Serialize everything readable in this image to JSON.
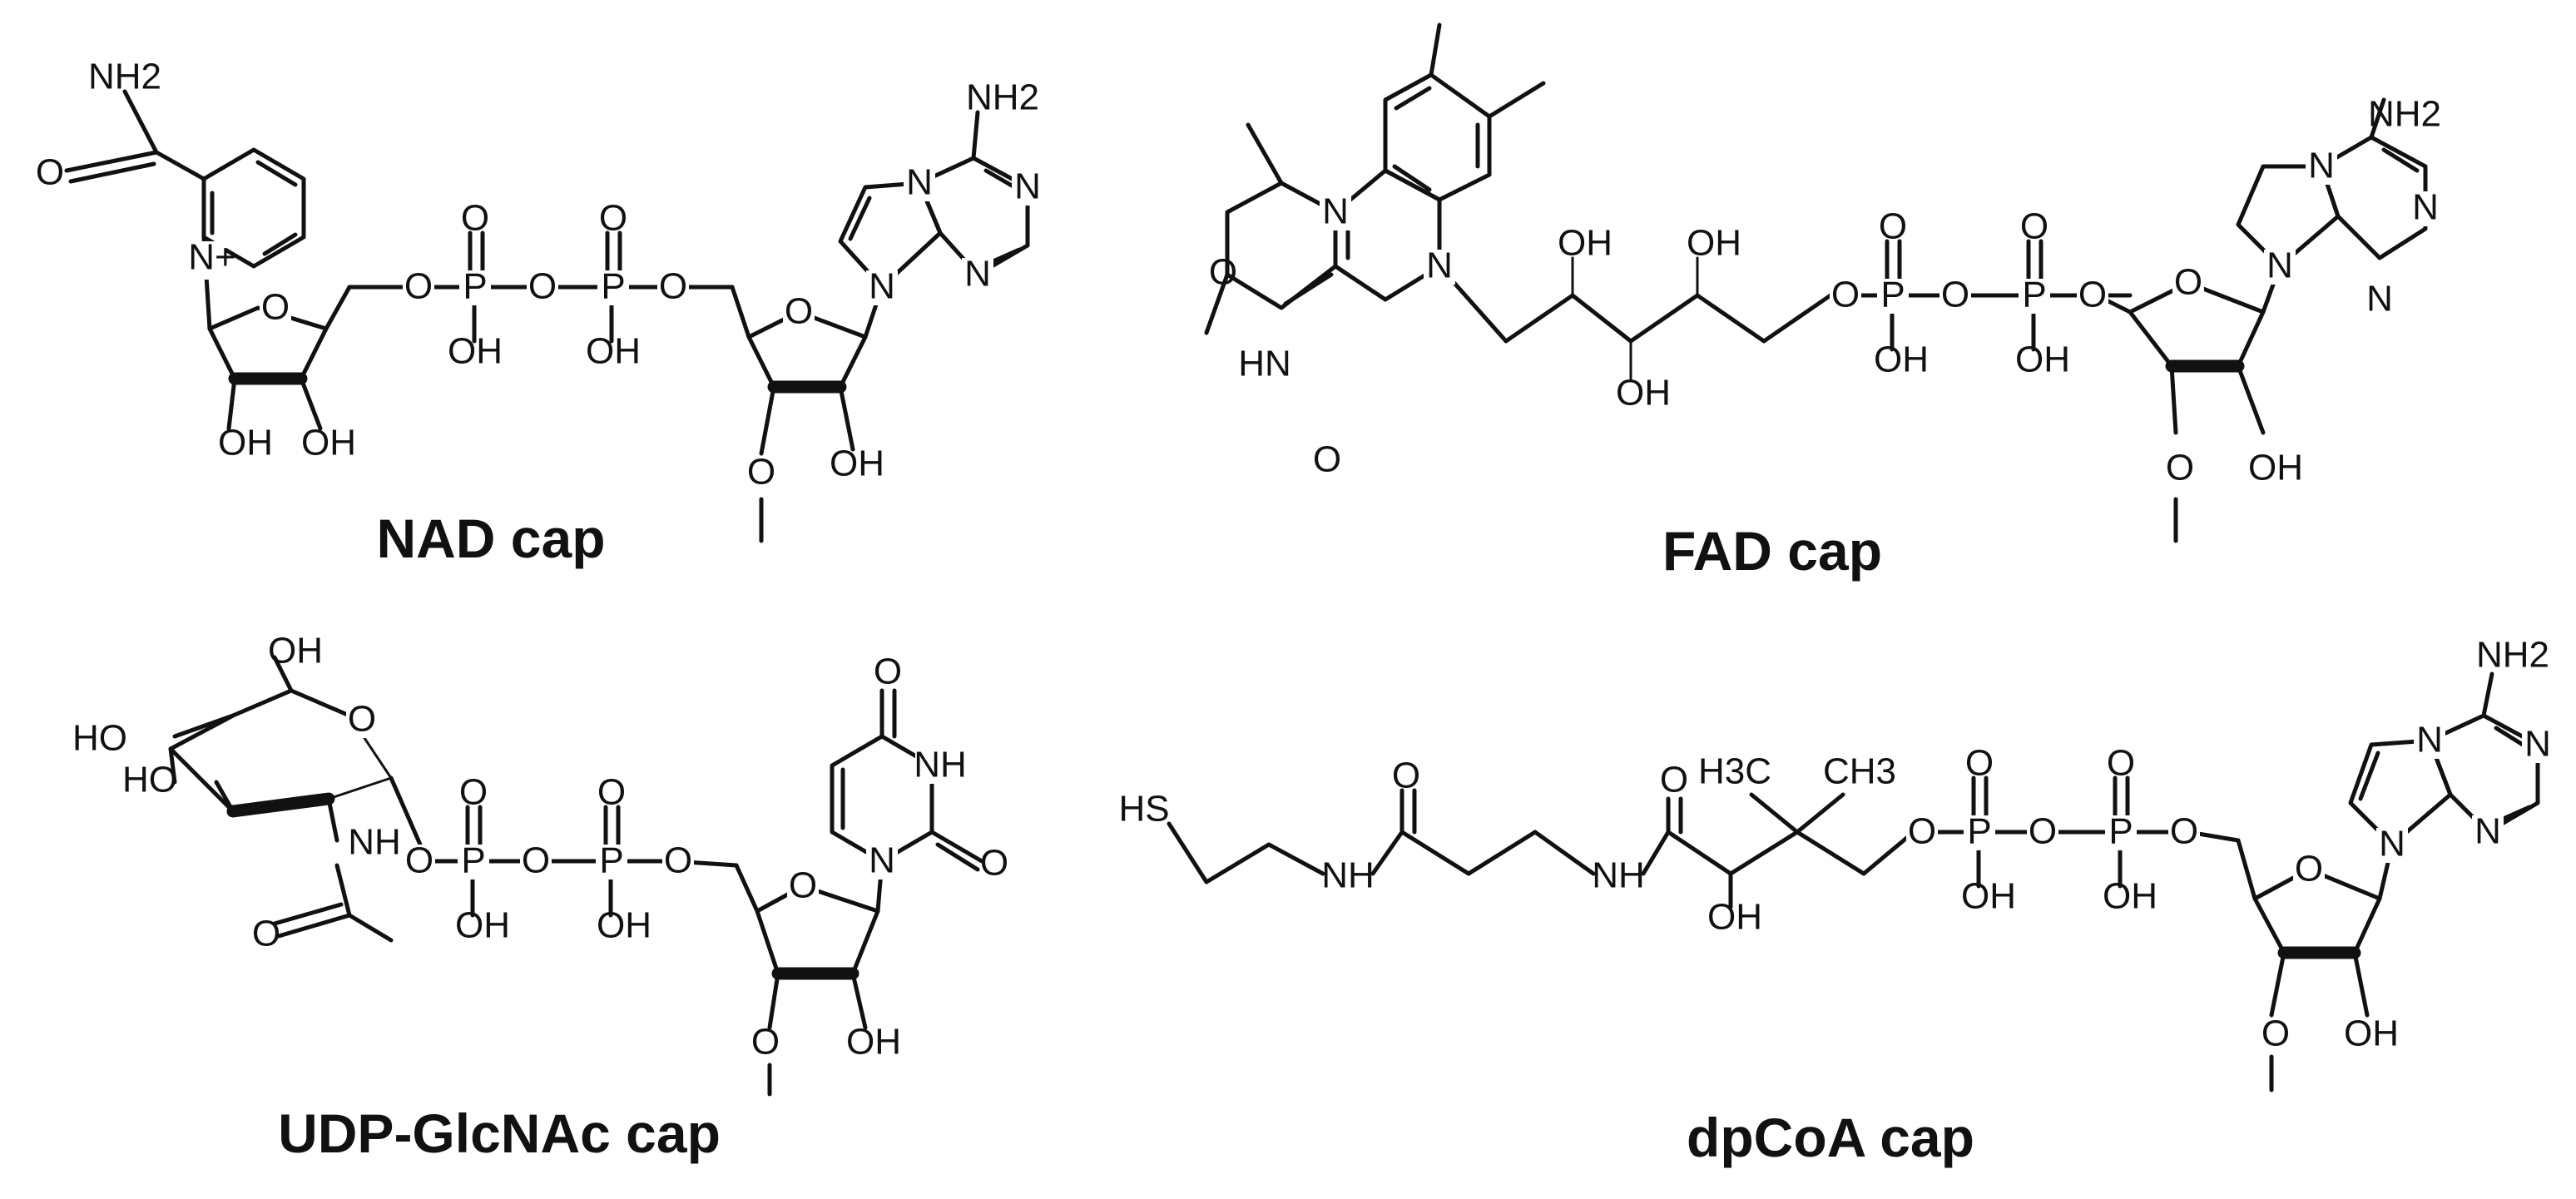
{
  "panels": {
    "nad": {
      "title": "NAD cap",
      "atoms": {
        "nh2_amide": "NH2",
        "o_amide": "O",
        "n_plus": "N+",
        "ring_o1": "O",
        "oh_a": "OH",
        "oh_b": "OH",
        "o_link1": "O",
        "p1": "P",
        "p1_o": "O",
        "p1_oh": "OH",
        "o_link2": "O",
        "p2": "P",
        "p2_o": "O",
        "p2_oh": "OH",
        "o_link3": "O",
        "ring_o2": "O",
        "n9": "N",
        "n7": "N",
        "n1": "N",
        "n3": "N",
        "nh2_ade": "NH2",
        "o_methoxy": "O",
        "oh_c": "OH"
      }
    },
    "fad": {
      "title": "FAD cap",
      "atoms": {
        "o_top": "O",
        "hn": "HN",
        "o_bot": "O",
        "n_a": "N",
        "n_b": "N",
        "oh1": "OH",
        "oh2": "OH",
        "oh3": "OH",
        "o_link1": "O",
        "p1": "P",
        "p1_o": "O",
        "p1_oh": "OH",
        "o_link2": "O",
        "p2": "P",
        "p2_o": "O",
        "p2_oh": "OH",
        "o_link3": "O",
        "ring_o": "O",
        "n9": "N",
        "n7": "N",
        "n1": "N",
        "n3": "N",
        "nh2_ade": "NH2",
        "o_methoxy": "O",
        "oh_c": "OH"
      }
    },
    "udp": {
      "title": "UDP-GlcNAc cap",
      "atoms": {
        "oh6": "OH",
        "ho4": "HO",
        "ho3": "HO",
        "ring_o_sugar": "O",
        "nh": "NH",
        "o_acetyl": "O",
        "o_link1": "O",
        "p1": "P",
        "p1_o": "O",
        "p1_oh": "OH",
        "o_link2": "O",
        "p2": "P",
        "p2_o": "O",
        "p2_oh": "OH",
        "o_link3": "O",
        "ring_o": "O",
        "n1": "N",
        "nh3": "NH",
        "o4": "O",
        "o2": "O",
        "o_methoxy": "O",
        "oh_c": "OH"
      }
    },
    "dpcoa": {
      "title": "dpCoA cap",
      "atoms": {
        "hs": "HS",
        "nh1": "NH",
        "o1": "O",
        "nh2": "NH",
        "o2": "O",
        "oh_pant": "OH",
        "h3c": "H3C",
        "ch3": "CH3",
        "o_link1": "O",
        "p1": "P",
        "p1_o": "O",
        "p1_oh": "OH",
        "o_link2": "O",
        "p2": "P",
        "p2_o": "O",
        "p2_oh": "OH",
        "o_link3": "O",
        "ring_o": "O",
        "n9": "N",
        "n7": "N",
        "n1": "N",
        "n3": "N",
        "nh2_ade": "NH2",
        "o_methoxy": "O",
        "oh_c": "OH"
      }
    }
  }
}
